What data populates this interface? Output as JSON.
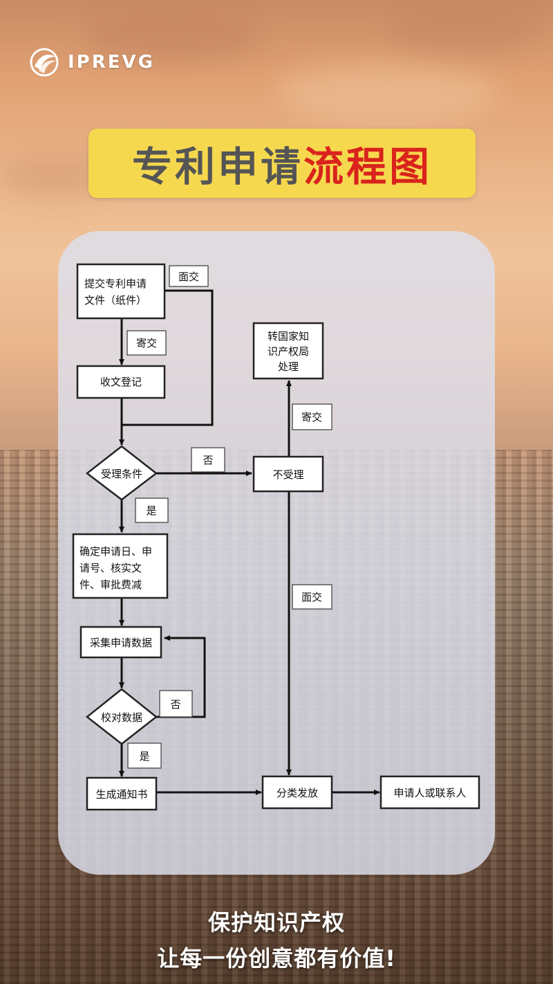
{
  "brand": {
    "name": "IPREVG"
  },
  "title": {
    "part1": "专利申请",
    "part2": "流程图"
  },
  "flow": {
    "submit": [
      "提交专利申请",
      "文件（纸件）"
    ],
    "in_person_1": "面交",
    "mail_1": "寄交",
    "register": "收文登记",
    "acceptance": "受理条件",
    "no_1": "否",
    "reject": "不受理",
    "yes_1": "是",
    "mail_2": "寄交",
    "transfer": [
      "转国家知",
      "识产权局",
      "处理"
    ],
    "confirm": [
      "确定申请日、申",
      "请号、核实文",
      "件、审批费减"
    ],
    "collect": "采集申请数据",
    "in_person_2": "面交",
    "verify": "校对数据",
    "no_2": "否",
    "yes_2": "是",
    "notice": "生成通知书",
    "distribute": "分类发放",
    "recipient": "申请人或联系人"
  },
  "slogan": {
    "line1": "保护知识产权",
    "line2": "让每一份创意都有价值!"
  }
}
